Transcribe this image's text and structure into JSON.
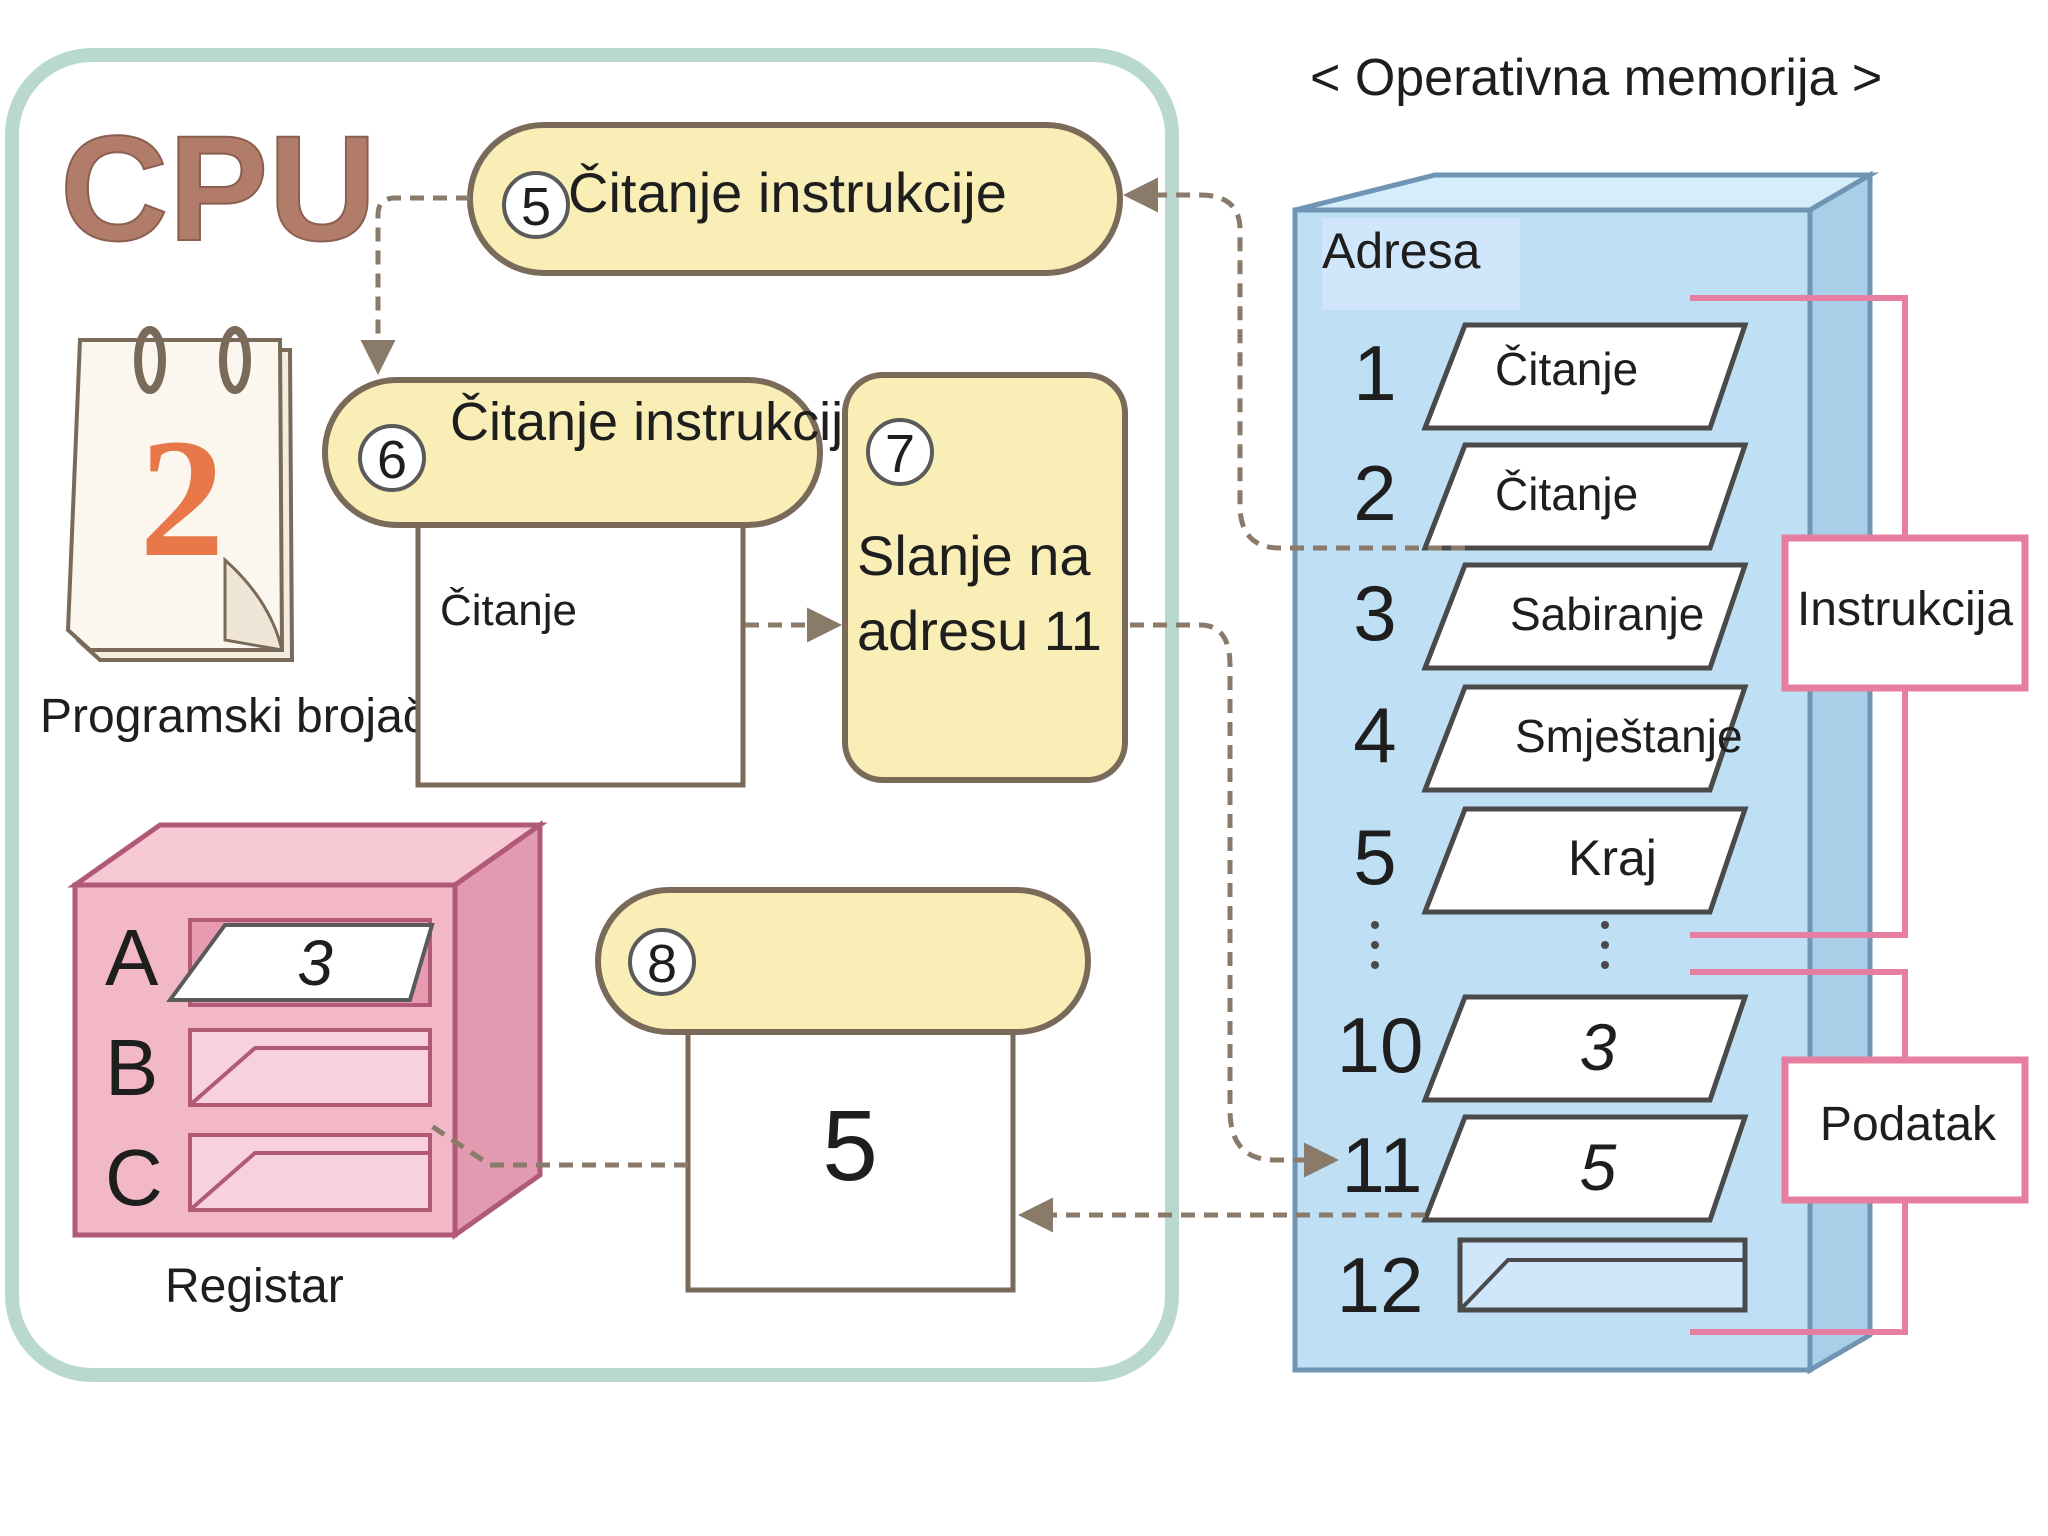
{
  "memory": {
    "title": "< Operativna memorija >",
    "address_header": "Adresa",
    "cells": [
      {
        "addr": "1",
        "content": "Čitanje"
      },
      {
        "addr": "2",
        "content": "Čitanje"
      },
      {
        "addr": "3",
        "content": "Sabiranje"
      },
      {
        "addr": "4",
        "content": "Smještanje"
      },
      {
        "addr": "5",
        "content": "Kraj"
      },
      {
        "addr": "10",
        "content": "3"
      },
      {
        "addr": "11",
        "content": "5"
      },
      {
        "addr": "12",
        "content": ""
      }
    ],
    "group_instrukcija": "Instrukcija",
    "group_podatak": "Podatak"
  },
  "cpu": {
    "title": "CPU",
    "program_counter_label": "Programski brojač",
    "program_counter_value": "2",
    "step5": {
      "num": "5",
      "label": "Čitanje instrukcije"
    },
    "step6": {
      "num": "6",
      "label": "Čitanje instrukcije",
      "card": "Čitanje"
    },
    "step7": {
      "num": "7",
      "line1": "Slanje na",
      "line2": "adresu 11"
    },
    "step8": {
      "num": "8",
      "card": "5"
    },
    "register": {
      "label": "Registar",
      "rows": [
        {
          "name": "A",
          "value": "3"
        },
        {
          "name": "B",
          "value": ""
        },
        {
          "name": "C",
          "value": ""
        }
      ]
    }
  },
  "colors": {
    "cpu_border": "#b9d9cf",
    "bubble_fill": "#f9efb6",
    "bubble_stroke": "#7a6a5a",
    "memory_fill": "#bfdff5",
    "memory_edge": "#6f94b4",
    "register_fill": "#f2b8c6",
    "bracket": "#e57ea1",
    "arrow": "#8a7a6a",
    "cpu_title": "#b17c6a",
    "calendar_digit": "#e8774a"
  }
}
